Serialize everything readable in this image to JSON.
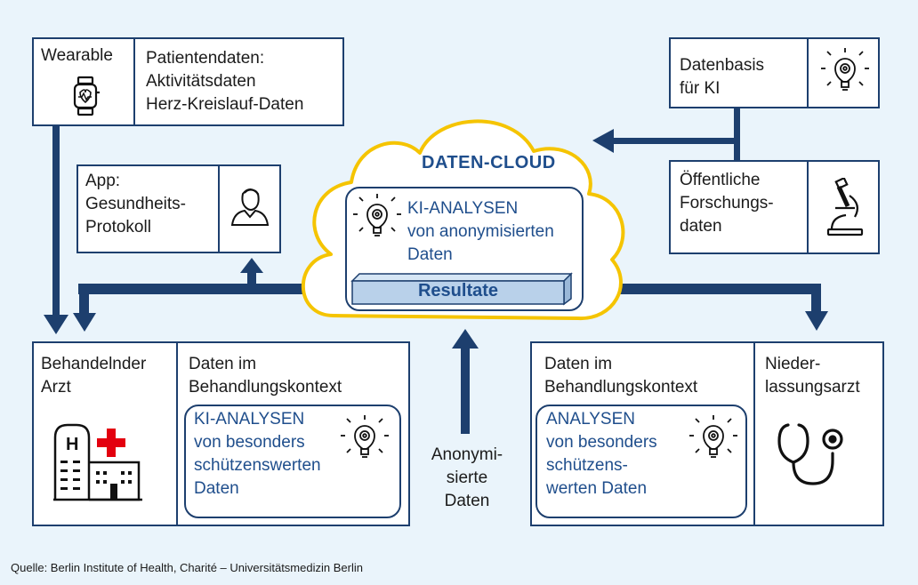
{
  "wearable": {
    "label": "Wearable",
    "data_text": "Patientendaten:\nAktivitätsdaten\nHerz-Kreislauf-Daten"
  },
  "app": {
    "text": "App:\nGesundheits-\nProtokoll"
  },
  "datenbasis": {
    "text": "Datenbasis\nfür KI"
  },
  "forschung": {
    "text": "Öffentliche\nForschungs-\ndaten"
  },
  "cloud": {
    "title": "DATEN-CLOUD",
    "analysis": "KI-ANALYSEN\nvon anonymisierten\nDaten",
    "results": "Resultate"
  },
  "left_doctor": {
    "label": "Behandelnder\nArzt",
    "context": "Daten im\nBehandlungskontext",
    "analysis": "KI-ANALYSEN\nvon besonders\nschützenswerten\nDaten"
  },
  "anon": {
    "text": "Anonymi-\nsierte\nDaten"
  },
  "right_doctor": {
    "context": "Daten im\nBehandlungskontext",
    "analysis": "ANALYSEN\nvon besonders\nschützens-\nwerten Daten",
    "label": "Nieder-\nlassungsarzt"
  },
  "source": "Quelle: Berlin Institute of Health, Charité – Universitätsmedizin Berlin",
  "colors": {
    "navy": "#1d3f6e",
    "cloud": "#f5c400",
    "red": "#e3000f",
    "bg": "#eaf4fb",
    "text_blue": "#1f4e8c"
  }
}
